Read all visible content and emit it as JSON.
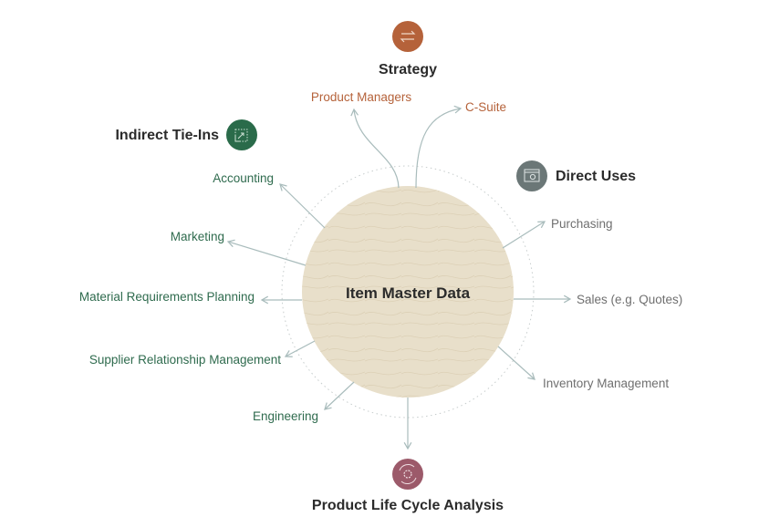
{
  "center": {
    "title": "Item Master Data"
  },
  "groups": {
    "strategy": {
      "title": "Strategy",
      "icon": "arrows-exchange-icon",
      "color": "#b5623a"
    },
    "indirect": {
      "title": "Indirect Tie-Ins",
      "icon": "external-link-box-icon",
      "color": "#2a6b4a"
    },
    "direct": {
      "title": "Direct Uses",
      "icon": "settings-window-icon",
      "color": "#6b7777"
    },
    "lifecycle": {
      "title": "Product Life Cycle Analysis",
      "icon": "gear-cycle-icon",
      "color": "#9c5a6a"
    }
  },
  "strategy_items": [
    "Product Managers",
    "C-Suite"
  ],
  "indirect_items": [
    "Accounting",
    "Marketing",
    "Material Requirements Planning",
    "Supplier Relationship Management",
    "Engineering"
  ],
  "direct_items": [
    "Purchasing",
    "Sales (e.g. Quotes)",
    "Inventory Management"
  ]
}
